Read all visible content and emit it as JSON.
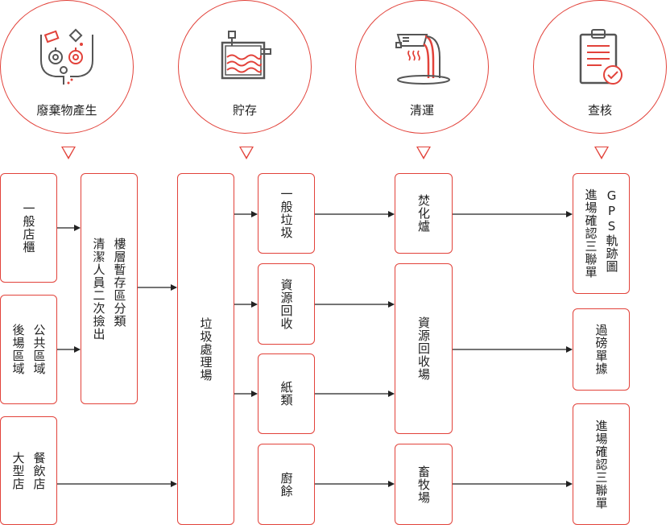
{
  "stages": [
    {
      "label": "廢棄物產生",
      "icon": "waste-generation-icon"
    },
    {
      "label": "貯存",
      "icon": "storage-tank-icon"
    },
    {
      "label": "清運",
      "icon": "transport-pouring-icon"
    },
    {
      "label": "查核",
      "icon": "clipboard-check-icon"
    }
  ],
  "sources": {
    "general_store": "一般店櫃",
    "public_area_col1": "公共區域",
    "public_area_col2": "後場區域",
    "restaurant_col1": "餐飲店",
    "restaurant_col2": "大型店"
  },
  "floor_sort": {
    "col1": "樓層暫存區分類",
    "col2": "清潔人員二次撿出"
  },
  "central": "垃圾處理場",
  "categories": {
    "general": "一般垃圾",
    "recycle": "資源回收",
    "paper": "紙類",
    "kitchen": "廚餘"
  },
  "destinations": {
    "incinerator": "焚化爐",
    "recycle_yard": "資源回收場",
    "farm": "畜牧場"
  },
  "verification": {
    "gps_col1": "GPS軌跡圖",
    "gps_col2": "進場確認三聯單",
    "weigh": "過磅單據",
    "entry": "進場確認三聯單"
  },
  "colors": {
    "accent": "#e2423a",
    "line": "#222222"
  }
}
